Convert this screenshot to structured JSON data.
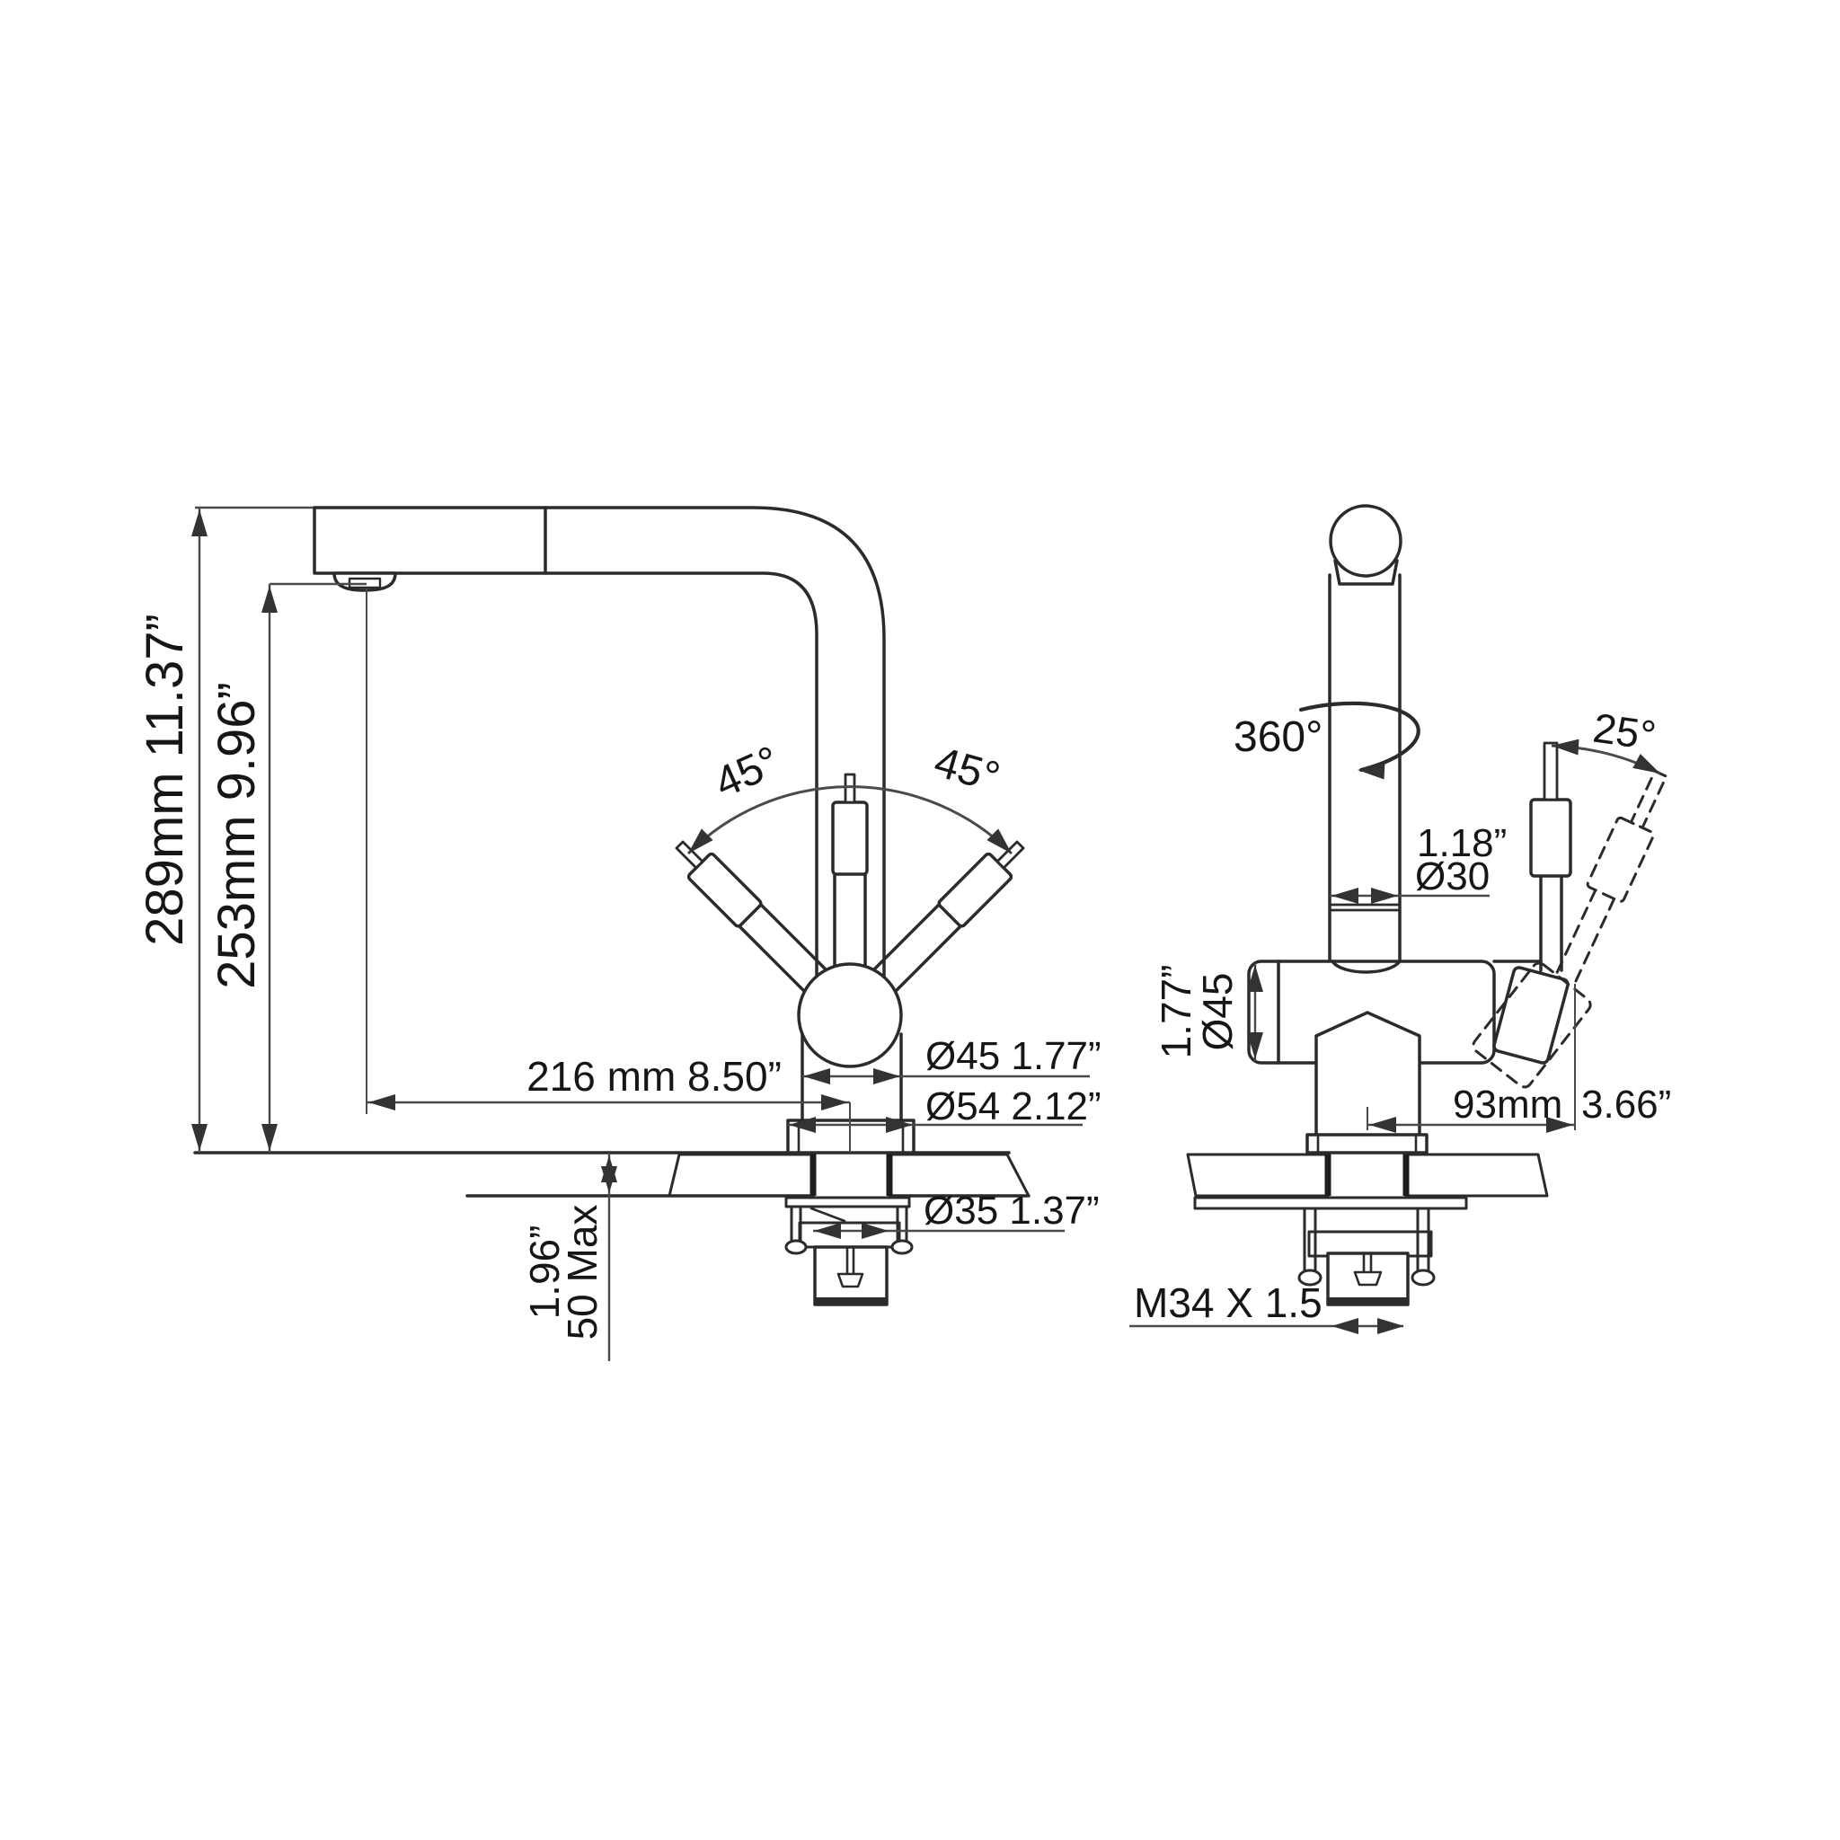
{
  "drawing_type": "faucet-installation-dimension-diagram",
  "colors": {
    "background": "#ffffff",
    "line": "#2b2b2b",
    "dimension_line": "#4a4a4a",
    "text": "#161616"
  },
  "front_view": {
    "dimensions": {
      "overall_height": "289mm 11.37”",
      "spout_height": "253mm 9.96”",
      "spout_reach": "216 mm  8.50”",
      "handle_swing_left": "45°",
      "handle_swing_right": "45°",
      "body_diameter": "Ø45  1.77”",
      "base_diameter": "Ø54  2.12”",
      "mounting_hole_diameter": "Ø35  1.37”",
      "deck_thickness_inches": "1.96”",
      "deck_thickness_mm": "50 Max"
    }
  },
  "side_view": {
    "dimensions": {
      "swivel_angle": "360°",
      "handle_tilt_angle": "25°",
      "spout_pipe_diameter_inches": "1.18”",
      "spout_pipe_diameter_mm": "Ø30",
      "body_diameter_inches": "1.77”",
      "body_diameter_mm": "Ø45",
      "handle_reach_mm": "93mm",
      "handle_reach_inches": "3.66”",
      "thread_spec": "M34 X 1.5"
    }
  }
}
